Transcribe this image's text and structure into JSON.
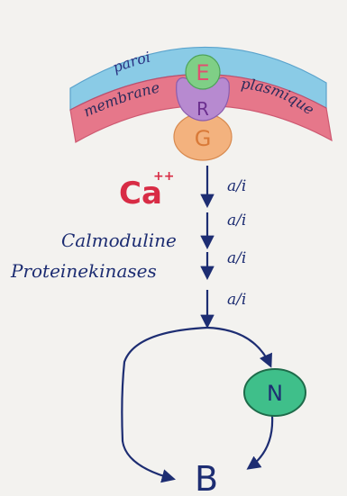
{
  "labels": {
    "paroi": "paroi",
    "membrane": "membrane",
    "plasmique": "plasmique",
    "E": "E",
    "R": "R",
    "G": "G",
    "ca": "Ca",
    "ca_charge": "++",
    "calmoduline": "Calmoduline",
    "proteinekinases": "Proteinekinases",
    "N": "N",
    "B": "B"
  },
  "arrow_labels": [
    "a/i",
    "a/i",
    "a/i",
    "a/i"
  ],
  "colors": {
    "paroi": "#7fc7e6",
    "membrane": "#e5677d",
    "E": "#7fcf86",
    "R": "#b78ad0",
    "G": "#f3b27e",
    "ca": "#d82c45",
    "arrow": "#1d2d72",
    "N_fill": "#3fbf8a",
    "N_stroke": "#1e6b4a"
  }
}
